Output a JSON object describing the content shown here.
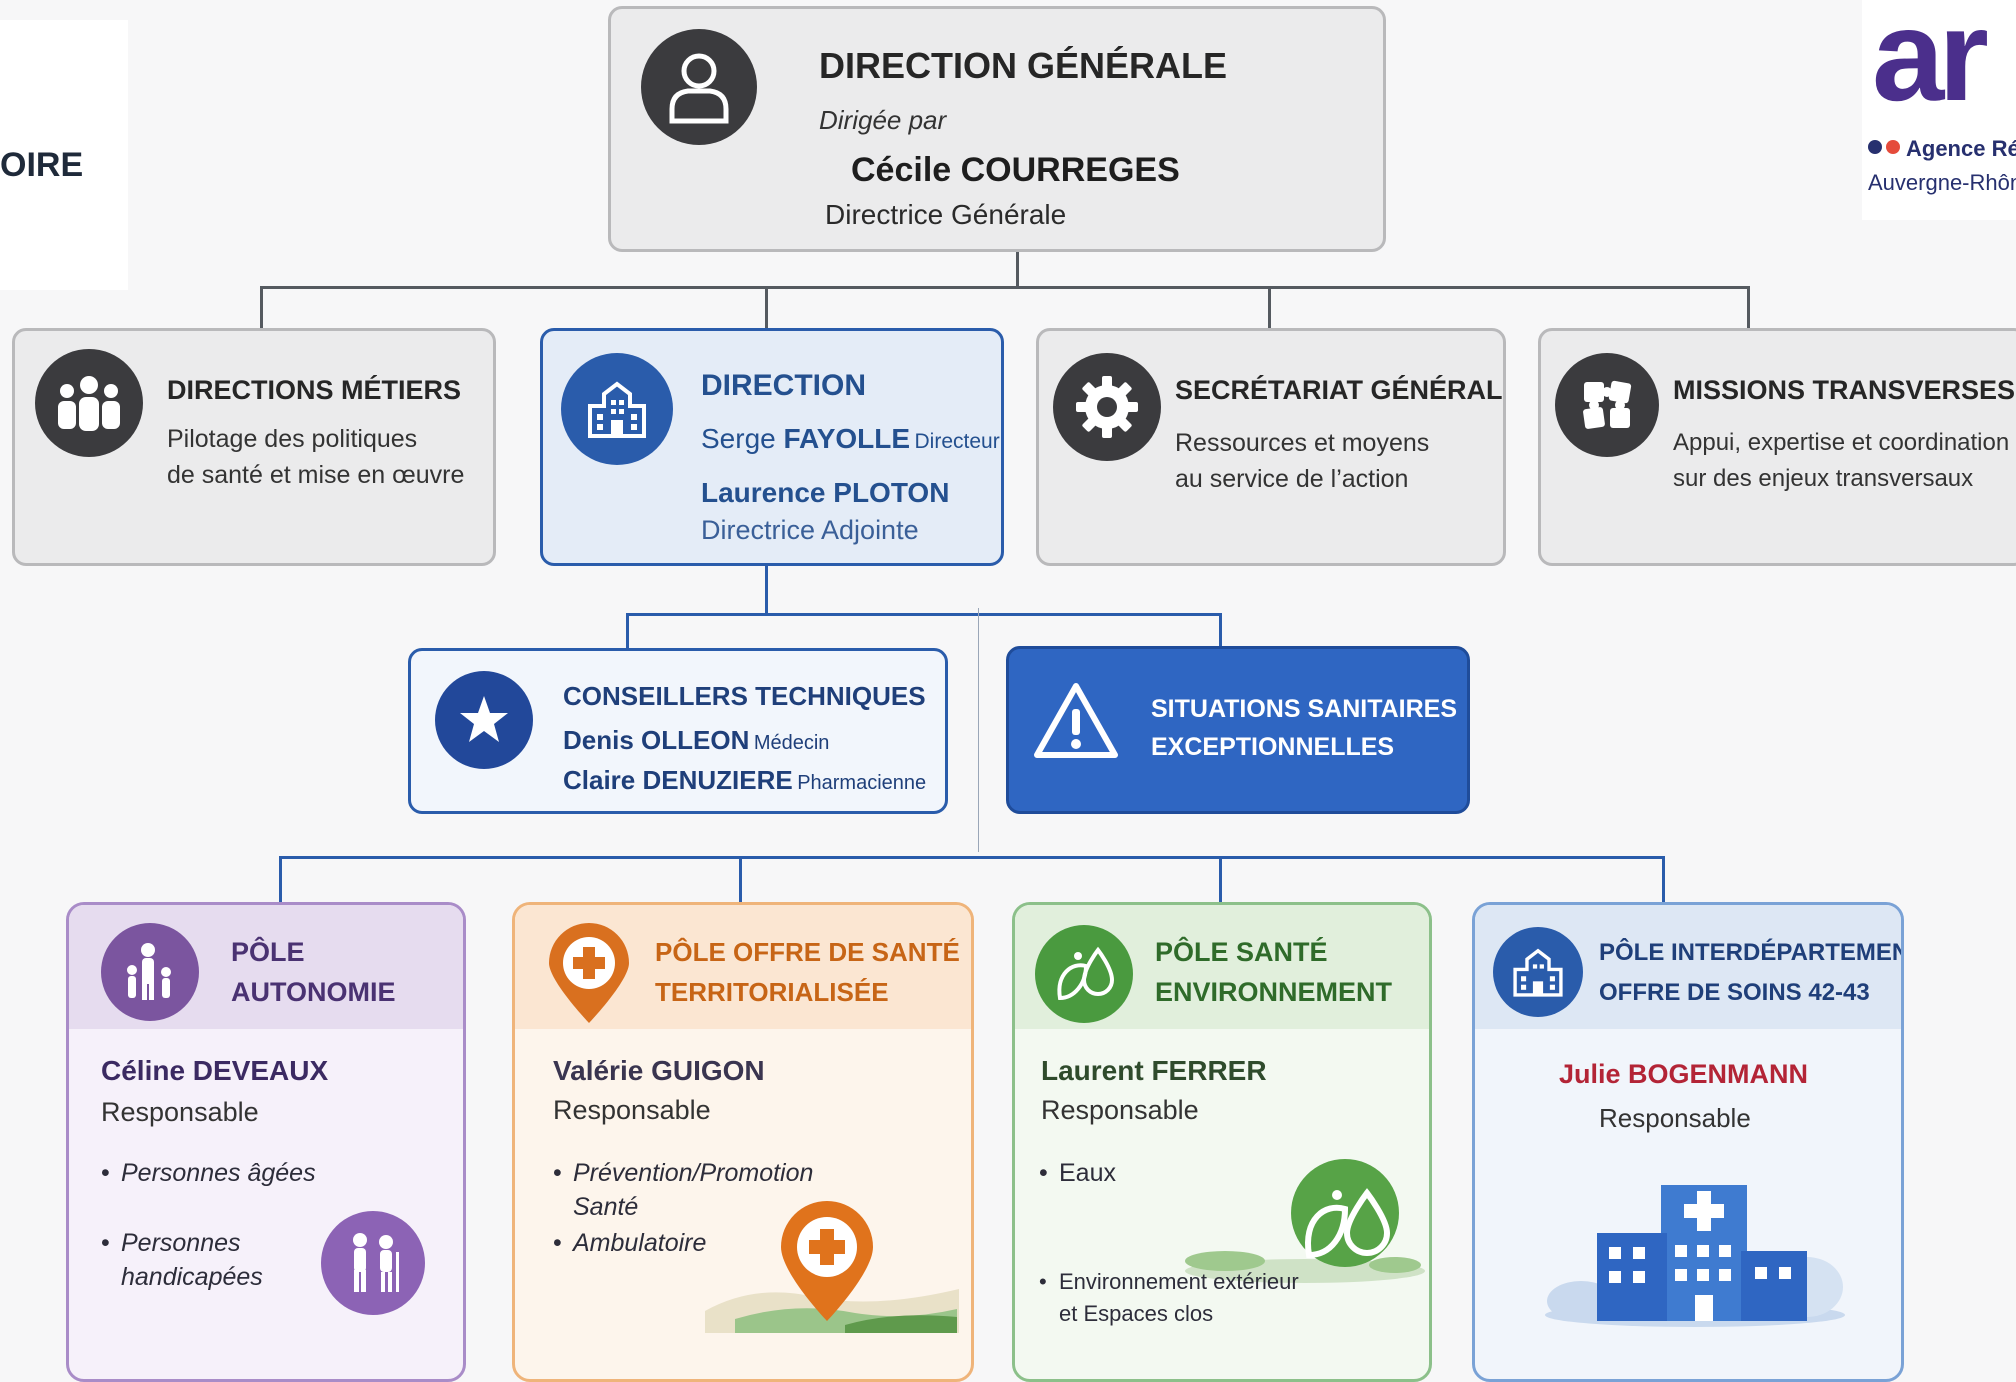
{
  "header_left": {
    "text": "OIRE"
  },
  "logo": {
    "letters": "ar",
    "line1": "Agence Rég",
    "line2": "Auvergne-Rhône"
  },
  "direction_generale": {
    "title": "DIRECTION GÉNÉRALE",
    "subtitle": "Dirigée par",
    "name": "Cécile COURREGES",
    "role": "Directrice Générale",
    "icon": "person-icon"
  },
  "directions_metiers": {
    "title": "DIRECTIONS MÉTIERS",
    "line1": "Pilotage des politiques",
    "line2": "de santé et mise en œuvre",
    "icon": "group-icon"
  },
  "direction": {
    "title": "DIRECTION",
    "first_name1": "Serge ",
    "last_name1": "FAYOLLE",
    "role1": "Directeur",
    "name2": "Laurence PLOTON",
    "role2": "Directrice Adjointe",
    "icon": "building-icon"
  },
  "secretariat": {
    "title": "SECRÉTARIAT GÉNÉRAL",
    "line1": "Ressources et moyens",
    "line2": "au service de l’action",
    "icon": "gear-icon"
  },
  "missions": {
    "title": "MISSIONS TRANSVERSES",
    "line1": "Appui, expertise et coordination",
    "line2": "sur des enjeux transversaux",
    "icon": "puzzle-icon"
  },
  "conseillers": {
    "title": "CONSEILLERS TECHNIQUES",
    "name1": "Denis OLLEON",
    "role1": "Médecin",
    "name2": "Claire DENUZIERE",
    "role2": "Pharmacienne",
    "icon": "star-icon"
  },
  "situations": {
    "line1": "SITUATIONS SANITAIRES",
    "line2": "EXCEPTIONNELLES",
    "icon": "warning-icon"
  },
  "poles": [
    {
      "title1": "PÔLE",
      "title2": "AUTONOMIE",
      "name": "Céline DEVEAUX",
      "role": "Responsable",
      "bullets": [
        "Personnes âgées",
        "Personnes",
        "handicapées"
      ],
      "colors": {
        "border": "#a98cc8",
        "head": "#e6dcef",
        "body": "#f6f1fa",
        "accent": "#7b559f",
        "name": "#3b2a62"
      }
    },
    {
      "title1": "PÔLE OFFRE DE SANTÉ",
      "title2": "TERRITORIALISÉE",
      "name": "Valérie GUIGON",
      "role": "Responsable",
      "bullets": [
        "Prévention/Promotion",
        "Santé",
        "Ambulatoire"
      ],
      "colors": {
        "border": "#efb47a",
        "head": "#fbe6d2",
        "body": "#fdf5ec",
        "accent": "#d9701f",
        "name": "#3a3550"
      }
    },
    {
      "title1": "PÔLE SANTÉ",
      "title2": "ENVIRONNEMENT",
      "name": "Laurent FERRER",
      "role": "Responsable",
      "bullets": [
        "Eaux",
        "Environnement extérieur",
        "et Espaces clos"
      ],
      "colors": {
        "border": "#8cc08a",
        "head": "#e1efdc",
        "body": "#f3f9f1",
        "accent": "#4a9a3f",
        "name": "#2f4b2c"
      }
    },
    {
      "title1": "PÔLE INTERDÉPARTEMENTAL",
      "title2": "OFFRE DE SOINS 42-43",
      "name": "Julie BOGENMANN",
      "role": "Responsable",
      "bullets": [],
      "colors": {
        "border": "#7aa2d6",
        "head": "#dde7f4",
        "body": "#f1f5fb",
        "accent": "#2a5cab",
        "name": "#b32436"
      }
    }
  ]
}
